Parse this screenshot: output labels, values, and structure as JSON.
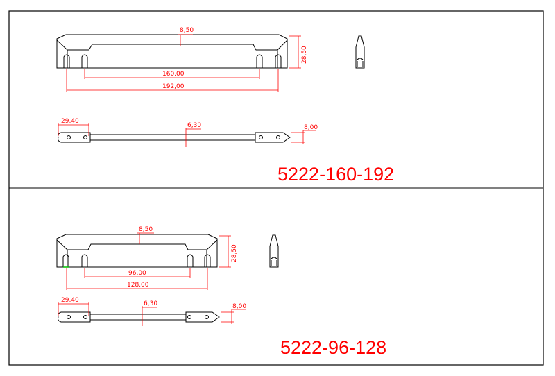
{
  "panels": [
    {
      "code": "5222-160-192",
      "dims": {
        "depth": "8,50",
        "height": "28,50",
        "inner": "160,00",
        "outer": "192,00",
        "end_len": "29,40",
        "mid_len": "6,30",
        "thick": "8,00"
      }
    },
    {
      "code": "5222-96-128",
      "dims": {
        "depth": "8,50",
        "height": "28,50",
        "inner": "96,00",
        "outer": "128,00",
        "end_len": "29,40",
        "mid_len": "6,30",
        "thick": "8,00"
      }
    }
  ],
  "colors": {
    "dimension": "#ff0000",
    "outline": "#000000",
    "frame": "#000000"
  }
}
